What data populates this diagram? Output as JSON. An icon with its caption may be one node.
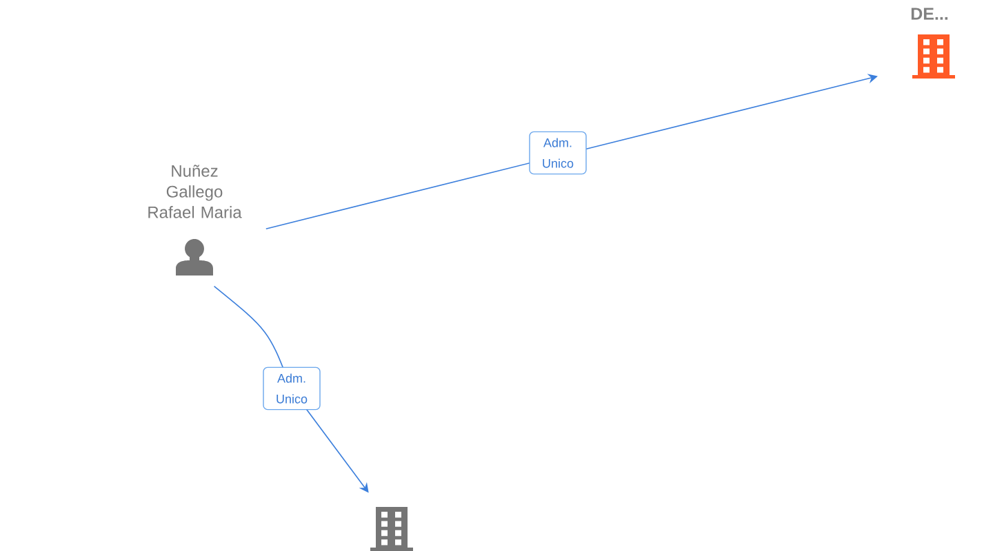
{
  "diagram": {
    "nodes": [
      {
        "text": [
          "Nuñez Gallego Rafael Maria"
        ]
      },
      {
        "text": [
          "DE..."
        ]
      },
      {
        "text": [],
        "shape": "building"
      }
    ],
    "edges": [
      {
        "from": 0,
        "to": 1,
        "arrow": "to",
        "label": "Adm. Unico"
      },
      {
        "from": 0,
        "to": 2,
        "arrow": "to",
        "label": "Adm. Unico"
      }
    ]
  }
}
